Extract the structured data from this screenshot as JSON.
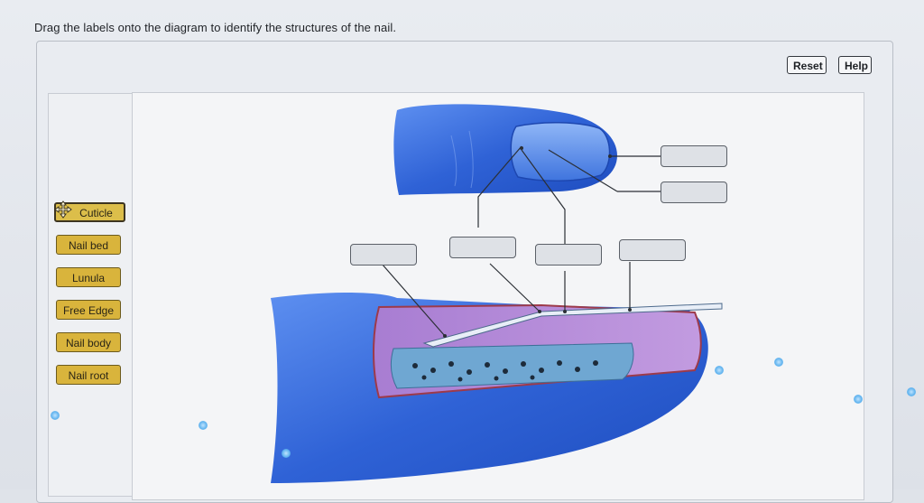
{
  "instructions": "Drag the labels onto the diagram to identify the structures of the nail.",
  "toolbar": {
    "reset_label": "Reset",
    "help_label": "Help"
  },
  "label_bank": [
    {
      "label": "Cuticle"
    },
    {
      "label": "Nail bed"
    },
    {
      "label": "Lunula"
    },
    {
      "label": "Free Edge"
    },
    {
      "label": "Nail body"
    },
    {
      "label": "Nail root"
    }
  ],
  "colors": {
    "label_fill": "#d9b43c",
    "finger_blue": "#2a63d6",
    "nail_pink": "#b889d6"
  }
}
